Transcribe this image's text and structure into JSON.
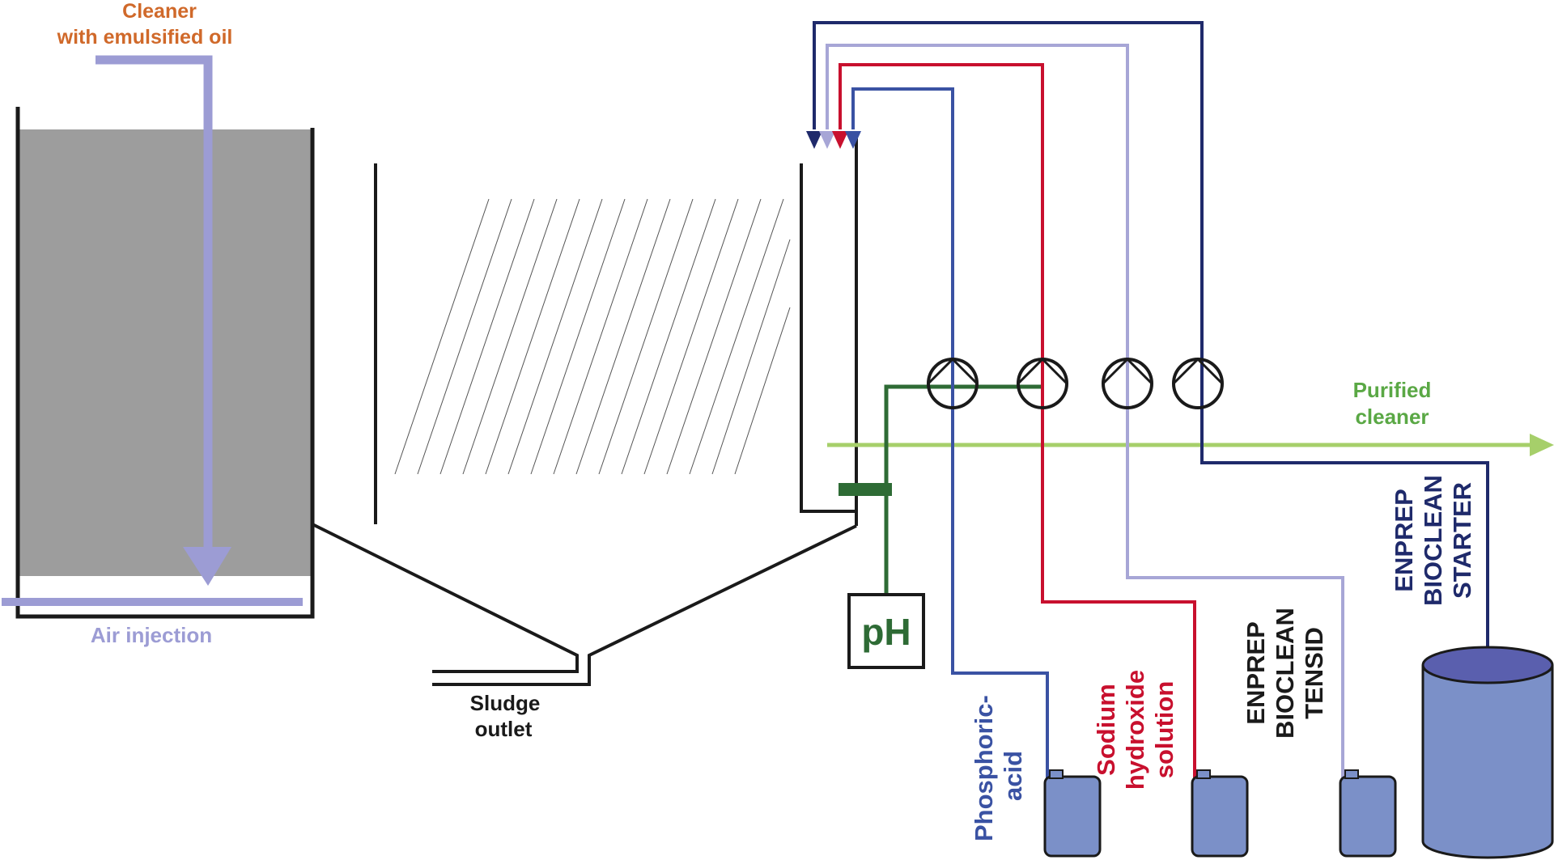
{
  "labels": {
    "inlet_line1": "Cleaner",
    "inlet_line2": "with emulsified oil",
    "air_injection": "Air injection",
    "sludge_line1": "Sludge",
    "sludge_line2": "outlet",
    "purified_line1": "Purified",
    "purified_line2": "cleaner",
    "ph": "pH",
    "phosphoric_line1": "Phosphoric-",
    "phosphoric_line2": "acid",
    "sodium_line1": "Sodium",
    "sodium_line2": "hydroxide",
    "sodium_line3": "solution",
    "tensid_line1": "ENPREP",
    "tensid_line2": "BIOCLEAN",
    "tensid_line3": "TENSID",
    "starter_line1": "ENPREP",
    "starter_line2": "BIOCLEAN",
    "starter_line3": "STARTER"
  },
  "colors": {
    "inlet_text": "#d0692a",
    "air": "#9c9cd4",
    "tank_fill": "#9d9d9d",
    "outline": "#1a1a1a",
    "purified": "#a6cf6a",
    "purified_text": "#5aa845",
    "ph_line": "#2e6b35",
    "phosphoric": "#3a52a3",
    "sodium": "#c8102e",
    "tensid": "#a7a6d6",
    "starter": "#1f2a6b",
    "container_fill": "#7b90c8",
    "drum_top": "#5a5fae"
  }
}
